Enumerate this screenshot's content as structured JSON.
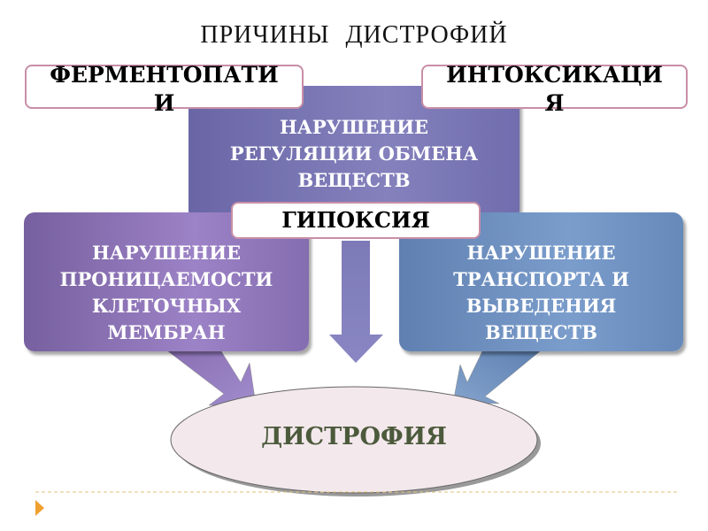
{
  "title": "ПРИЧИНЫ   ДИСТРОФИЙ",
  "causes": {
    "fermentopathy": [
      "ФЕРМЕНТОПАТИ",
      "И"
    ],
    "intoxication": [
      "ИНТОКСИКАЦИ",
      "Я"
    ],
    "hypoxia": "ГИПОКСИЯ"
  },
  "mechanisms": {
    "regulation": [
      "НАРУШЕНИЕ",
      "РЕГУЛЯЦИИ ОБМЕНА",
      "ВЕЩЕСТВ"
    ],
    "permeability": [
      "НАРУШЕНИЕ",
      "ПРОНИЦАЕМОСТИ",
      "КЛЕТОЧНЫХ",
      "МЕМБРАН"
    ],
    "transport": [
      "НАРУШЕНИЕ",
      "ТРАНСПОРТА И",
      "ВЫВЕДЕНИЯ",
      "ВЕЩЕСТВ"
    ]
  },
  "result": "ДИСТРОФИЯ",
  "colors": {
    "top": "#7772b2",
    "left": "#8f76bb",
    "right": "#7093c3",
    "ellipse": "#f3e8ec",
    "border": "#c88ea6"
  }
}
